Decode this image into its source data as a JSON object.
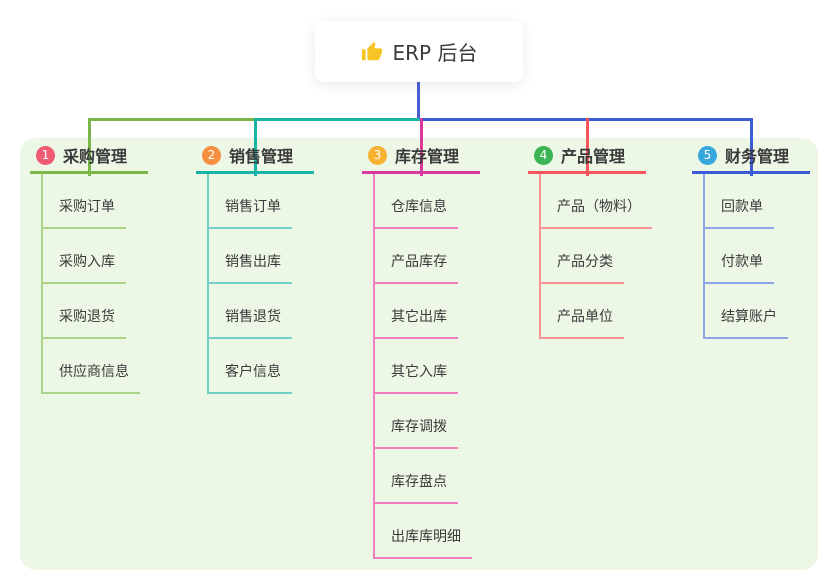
{
  "root": {
    "title": "ERP 后台",
    "icon": "thumbs-up-icon",
    "icon_color": "#f7c325",
    "connector_color": "#4a5ed1"
  },
  "panel_color": "#ecf7e6",
  "branches": [
    {
      "index": "1",
      "label": "采购管理",
      "badge_color": "#ee5b73",
      "line_color": "#7ab648",
      "child_line_color": "#a9d48a",
      "children": [
        "采购订单",
        "采购入库",
        "采购退货",
        "供应商信息"
      ]
    },
    {
      "index": "2",
      "label": "销售管理",
      "badge_color": "#f68f40",
      "line_color": "#17b3a6",
      "child_line_color": "#72d0c8",
      "children": [
        "销售订单",
        "销售出库",
        "销售退货",
        "客户信息"
      ]
    },
    {
      "index": "3",
      "label": "库存管理",
      "badge_color": "#f7b232",
      "line_color": "#d83a9d",
      "child_line_color": "#ef7fc1",
      "children": [
        "仓库信息",
        "产品库存",
        "其它出库",
        "其它入库",
        "库存调拨",
        "库存盘点",
        "出库库明细"
      ]
    },
    {
      "index": "4",
      "label": "产品管理",
      "badge_color": "#3cb454",
      "line_color": "#f4555c",
      "child_line_color": "#f79297",
      "children": [
        "产品（物料）",
        "产品分类",
        "产品单位"
      ]
    },
    {
      "index": "5",
      "label": "财务管理",
      "badge_color": "#35a7dc",
      "line_color": "#3c5bd6",
      "child_line_color": "#8ea6e7",
      "children": [
        "回款单",
        "付款单",
        "结算账户"
      ]
    }
  ]
}
